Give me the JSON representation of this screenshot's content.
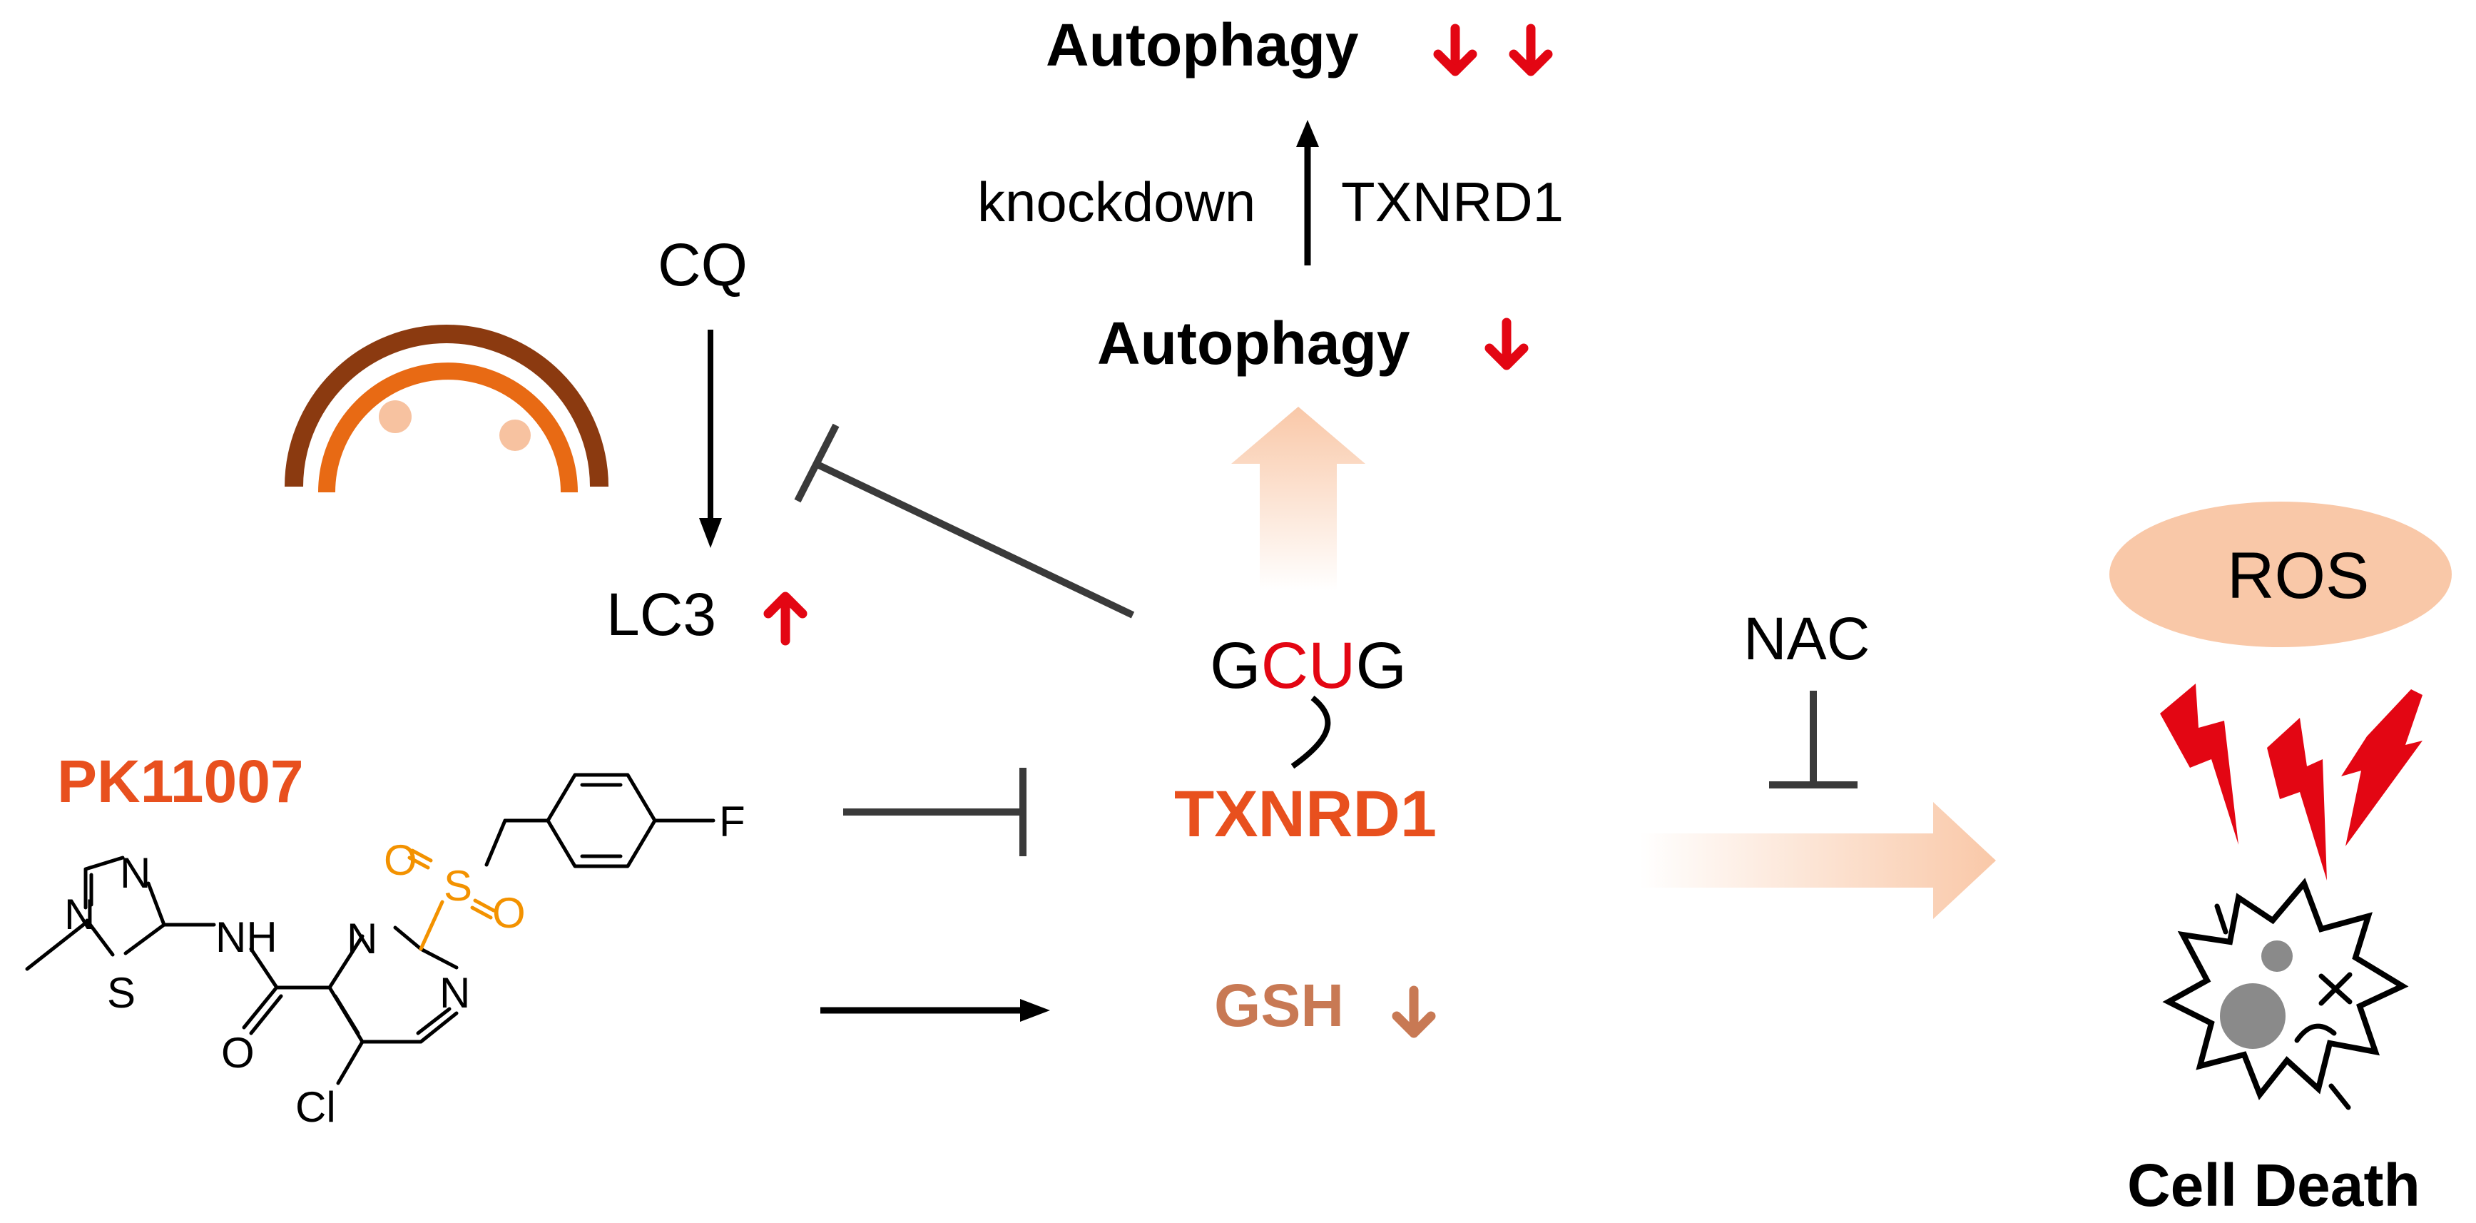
{
  "labels": {
    "autophagy_top": "Autophagy",
    "knockdown": "knockdown",
    "txnrd1_side": "TXNRD1",
    "autophagy_mid": "Autophagy",
    "cq": "CQ",
    "lc3": "LC3",
    "compound_name": "PK11007",
    "gcug_g1": "G",
    "gcug_cu": "CU",
    "gcug_g2": "G",
    "txnrd1_main": "TXNRD1",
    "gsh": "GSH",
    "nac": "NAC",
    "ros": "ROS",
    "cell_death": "Cell Death"
  },
  "structure_atoms": {
    "f": "F",
    "s_sulfonyl": "S",
    "o_sulfonyl_1": "O",
    "o_sulfonyl_2": "O",
    "n_pyr_1": "N",
    "n_pyr_2": "N",
    "cl": "Cl",
    "o_amide": "O",
    "nh": "NH",
    "n_thiad_1": "N",
    "n_thiad_2": "N",
    "s_thiad": "S"
  },
  "colors": {
    "red_arrow": "#e30613",
    "orange_label": "#e8501e",
    "gsh_brown": "#c87954",
    "light_peach": "#f9c8a8",
    "sulfonyl_orange": "#f39200",
    "dark_brown_arc": "#8b3a10",
    "orange_arc": "#e86a14",
    "dark_gray_line": "#3a3a3a"
  },
  "indicators": {
    "autophagy_top": "down-down",
    "autophagy_mid": "down",
    "lc3": "up",
    "gsh": "down"
  }
}
